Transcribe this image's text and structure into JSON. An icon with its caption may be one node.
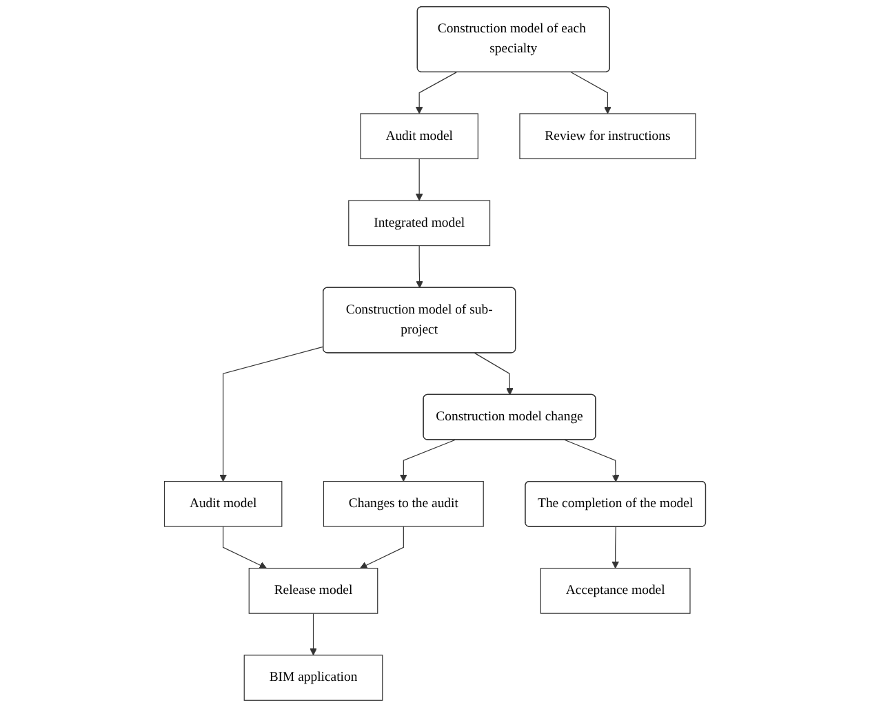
{
  "diagram": {
    "nodes": [
      {
        "text": [
          "Construction model of each specialty"
        ]
      },
      {
        "text": [
          "Audit model"
        ]
      },
      {
        "text": [
          "Review for instructions"
        ]
      },
      {
        "text": [
          "Integrated model"
        ]
      },
      {
        "text": [
          "Construction model of sub-project"
        ]
      },
      {
        "text": [
          "Construction model change"
        ]
      },
      {
        "text": [
          "Audit model"
        ]
      },
      {
        "text": [
          "Changes to the audit"
        ]
      },
      {
        "text": [
          "Release model"
        ]
      },
      {
        "text": [
          "BIM application"
        ]
      },
      {
        "text": [
          "The completion of the model"
        ]
      },
      {
        "text": [
          "Acceptance model"
        ]
      }
    ],
    "edges": [
      {
        "from": 0,
        "to": 1,
        "arrow": "to"
      },
      {
        "from": 0,
        "to": 2,
        "arrow": "to"
      },
      {
        "from": 1,
        "to": 3,
        "arrow": "to"
      },
      {
        "from": 3,
        "to": 4,
        "arrow": "to"
      },
      {
        "from": 4,
        "to": 5,
        "arrow": "to"
      },
      {
        "from": 4,
        "to": 6,
        "arrow": "to"
      },
      {
        "from": 5,
        "to": 7,
        "arrow": "to"
      },
      {
        "from": 5,
        "to": 10,
        "arrow": "to"
      },
      {
        "from": 6,
        "to": 8,
        "arrow": "to"
      },
      {
        "from": 7,
        "to": 8,
        "arrow": "to"
      },
      {
        "from": 8,
        "to": 9,
        "arrow": "to"
      },
      {
        "from": 10,
        "to": 11,
        "arrow": "to"
      }
    ]
  }
}
